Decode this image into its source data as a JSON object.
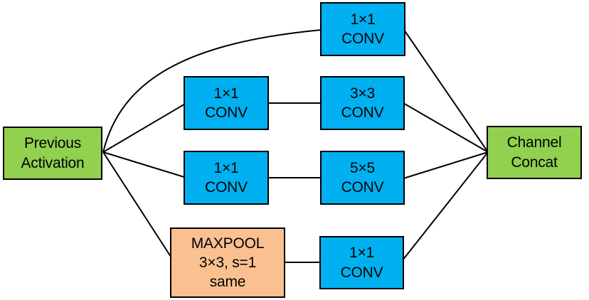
{
  "diagram": {
    "background": "#ffffff",
    "nodes": {
      "previous_activation": {
        "label": "Previous\nActivation",
        "fill": "#92d050"
      },
      "branch1_conv1x1": {
        "label": "1×1\nCONV",
        "fill": "#00b0f0"
      },
      "branch2_conv1x1": {
        "label": "1×1\nCONV",
        "fill": "#00b0f0"
      },
      "branch2_conv3x3": {
        "label": "3×3\nCONV",
        "fill": "#00b0f0"
      },
      "branch3_conv1x1": {
        "label": "1×1\nCONV",
        "fill": "#00b0f0"
      },
      "branch3_conv5x5": {
        "label": "5×5\nCONV",
        "fill": "#00b0f0"
      },
      "branch4_maxpool": {
        "label": "MAXPOOL\n3×3, s=1\nsame",
        "fill": "#fac090"
      },
      "branch4_conv1x1": {
        "label": "1×1\nCONV",
        "fill": "#00b0f0"
      },
      "channel_concat": {
        "label": "Channel\nConcat",
        "fill": "#92d050"
      }
    },
    "edges": [
      {
        "from": "previous_activation",
        "to": "branch1_conv1x1"
      },
      {
        "from": "previous_activation",
        "to": "branch2_conv1x1"
      },
      {
        "from": "previous_activation",
        "to": "branch3_conv1x1"
      },
      {
        "from": "previous_activation",
        "to": "branch4_maxpool"
      },
      {
        "from": "branch2_conv1x1",
        "to": "branch2_conv3x3"
      },
      {
        "from": "branch3_conv1x1",
        "to": "branch3_conv5x5"
      },
      {
        "from": "branch4_maxpool",
        "to": "branch4_conv1x1"
      },
      {
        "from": "branch1_conv1x1",
        "to": "channel_concat"
      },
      {
        "from": "branch2_conv3x3",
        "to": "channel_concat"
      },
      {
        "from": "branch3_conv5x5",
        "to": "channel_concat"
      },
      {
        "from": "branch4_conv1x1",
        "to": "channel_concat"
      }
    ],
    "colors": {
      "conv_fill": "#00b0f0",
      "io_fill": "#92d050",
      "pool_fill": "#fac090",
      "box_border": "#000000",
      "connector": "#000000",
      "text": "#000000"
    }
  }
}
